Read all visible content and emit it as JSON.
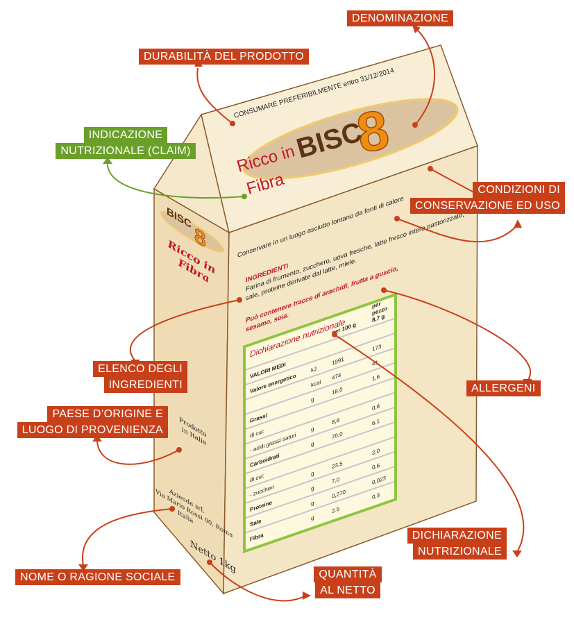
{
  "labels": {
    "denominazione": "DENOMINAZIONE",
    "durabilita": "DURABILITÀ DEL PRODOTTO",
    "claim": [
      "INDICAZIONE",
      "NUTRIZIONALE (CLAIM)"
    ],
    "conservazione": [
      "CONDIZIONI DI",
      "CONSERVAZIONE ED USO"
    ],
    "ingredienti": [
      "ELENCO DEGLI",
      "INGREDIENTI"
    ],
    "allergeni": "ALLERGENI",
    "origine": [
      "PAESE D’ORIGINE E",
      "LUOGO DI PROVENIENZA"
    ],
    "dichiarazione": [
      "DICHIARAZIONE",
      "NUTRIZIONALE"
    ],
    "nome": "NOME O RAGIONE SOCIALE",
    "quantita": [
      "QUANTITÀ",
      "AL NETTO"
    ]
  },
  "package": {
    "expiry": "CONSUMARE PREFERIBILMENTE entro 31/12/2014",
    "brand_text": "BISC",
    "brand_number": "8",
    "claim": [
      "Ricco in",
      "Fibra"
    ],
    "storage": "Conservare in un luogo asciutto lontano da fonti di calore",
    "ingredients_title": "INGREDIENTI",
    "ingredients": [
      "Farina di frumento, zucchero, uova fresche, latte fresco intero pastorizzato,",
      "sale, proteine derivate dal latte, miele."
    ],
    "allergens": [
      "Può contenere tracce di arachidi, frutta a guscio,",
      "sesamo, soia."
    ],
    "origin": [
      "Prodotto",
      "in Italia"
    ],
    "company": [
      "Azienda srl,",
      "Via Mario Rossi 00, Roma",
      "Italia"
    ],
    "net": "Netto 1kg"
  },
  "nutrition": {
    "title": "Dichiarazione nutrizionale",
    "col_100": "per 100 g",
    "col_piece": [
      "per",
      "pezzo",
      "8,7 g"
    ],
    "rows": [
      {
        "label": "VALORI MEDI",
        "unit": "",
        "per100": "",
        "piece": "",
        "bold": true
      },
      {
        "label": "Valore energetico",
        "unit": "kJ",
        "per100": "1991",
        "piece": "173",
        "bold": true
      },
      {
        "label": "",
        "unit": "kcal",
        "per100": "474",
        "piece": "41",
        "bold": false
      },
      {
        "label": "Grassi",
        "unit": "g",
        "per100": "18,0",
        "piece": "1,6",
        "bold": true
      },
      {
        "label": "di cui:",
        "unit": "",
        "per100": "",
        "piece": "",
        "bold": false
      },
      {
        "label": "- acidi grassi saturi",
        "unit": "g",
        "per100": "8,8",
        "piece": "0,8",
        "bold": false
      },
      {
        "label": "Carboidrati",
        "unit": "g",
        "per100": "70,0",
        "piece": "6,1",
        "bold": true
      },
      {
        "label": "di cui:",
        "unit": "",
        "per100": "",
        "piece": "",
        "bold": false
      },
      {
        "label": "- zuccheri",
        "unit": "g",
        "per100": "23,5",
        "piece": "2,0",
        "bold": false
      },
      {
        "label": "Proteine",
        "unit": "g",
        "per100": "7,0",
        "piece": "0,6",
        "bold": true
      },
      {
        "label": "Sale",
        "unit": "g",
        "per100": "0,270",
        "piece": "0,023",
        "bold": true
      },
      {
        "label": "Fibra",
        "unit": "g",
        "per100": "2.5",
        "piece": "0,3",
        "bold": true
      }
    ]
  },
  "colors": {
    "label_red": "#c8401a",
    "label_green": "#6aa02a",
    "accent_orange": "#f08c10",
    "brand_brown": "#5a3418",
    "claim_red": "#c0182a"
  }
}
